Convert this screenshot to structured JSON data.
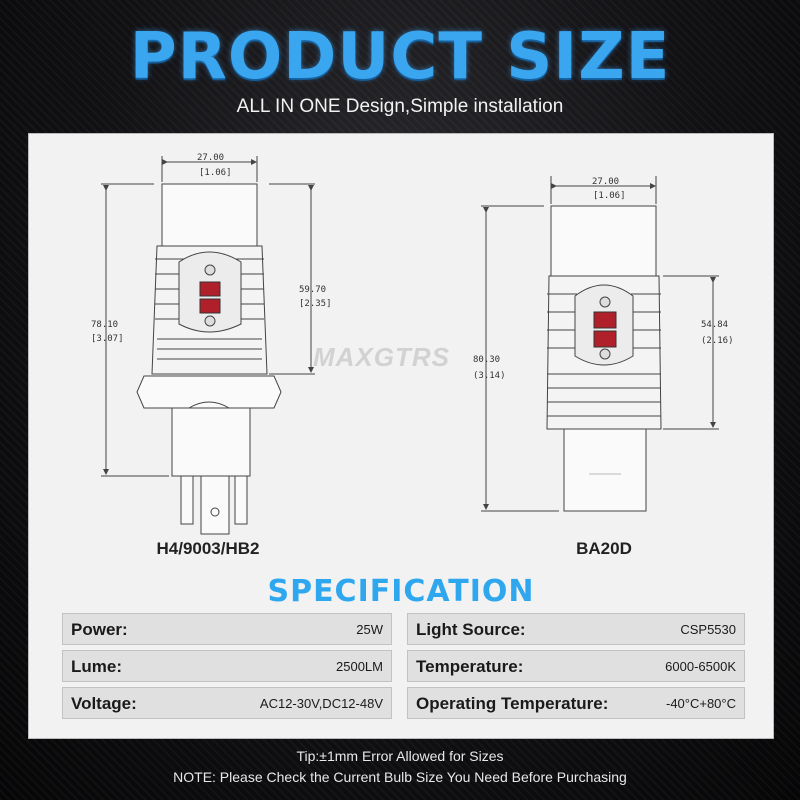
{
  "header": {
    "title": "PRODUCT SIZE",
    "subtitle": "ALL IN ONE Design,Simple installation"
  },
  "watermark": "MAXGTRS",
  "bulbs": [
    {
      "name": "H4/9003/HB2",
      "dims": {
        "width_mm": "27.00",
        "width_in": "[1.06]",
        "body_mm": "59.70",
        "body_in": "[2.35]",
        "total_mm": "78.10",
        "total_in": "[3.07]"
      }
    },
    {
      "name": "BA20D",
      "dims": {
        "width_mm": "27.00",
        "width_in": "[1.06]",
        "body_mm": "54.84",
        "body_in": "(2.16)",
        "total_mm": "80.30",
        "total_in": "(3.14)"
      }
    }
  ],
  "spec": {
    "title": "SPECIFICATION",
    "left": [
      {
        "label": "Power:",
        "value": "25W"
      },
      {
        "label": "Lume:",
        "value": "2500LM"
      },
      {
        "label": "Voltage:",
        "value": "AC12-30V,DC12-48V"
      }
    ],
    "right": [
      {
        "label": "Light Source:",
        "value": "CSP5530"
      },
      {
        "label": "Temperature:",
        "value": "6000-6500K"
      },
      {
        "label": "Operating Temperature:",
        "value": "-40°C+80°C"
      }
    ]
  },
  "footer": {
    "tip": "Tip:±1mm Error Allowed for Sizes",
    "note": "NOTE: Please Check the Current Bulb Size You Need Before Purchasing"
  },
  "colors": {
    "accent": "#3aa6f0",
    "led_red": "#b0202a",
    "background": "#0d0d0f",
    "panel": "#f2f2f2"
  }
}
